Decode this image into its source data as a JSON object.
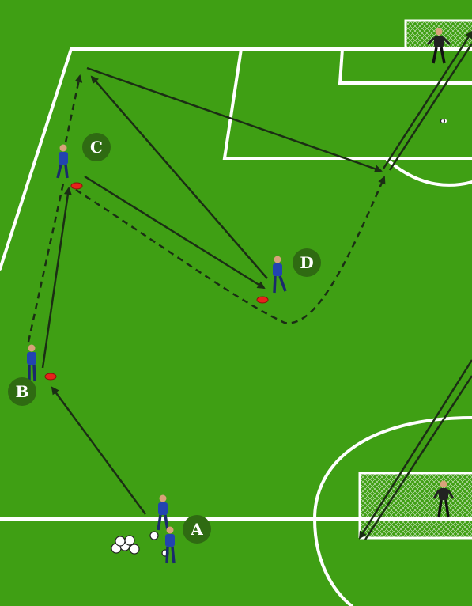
{
  "colors": {
    "grass": "#3c9a12",
    "grass_light": "#46a81a",
    "line": "#ffffff",
    "label_disc": "#2f6b12",
    "player": "#2244b0",
    "cone": "#e8221b",
    "arrow": "#1b2e14"
  },
  "station_labels": {
    "a": "A",
    "b": "B",
    "c": "C",
    "d": "D"
  },
  "icons": [
    "player-figure",
    "goalkeeper-figure",
    "cone-icon",
    "ball-icon",
    "goal-net"
  ]
}
